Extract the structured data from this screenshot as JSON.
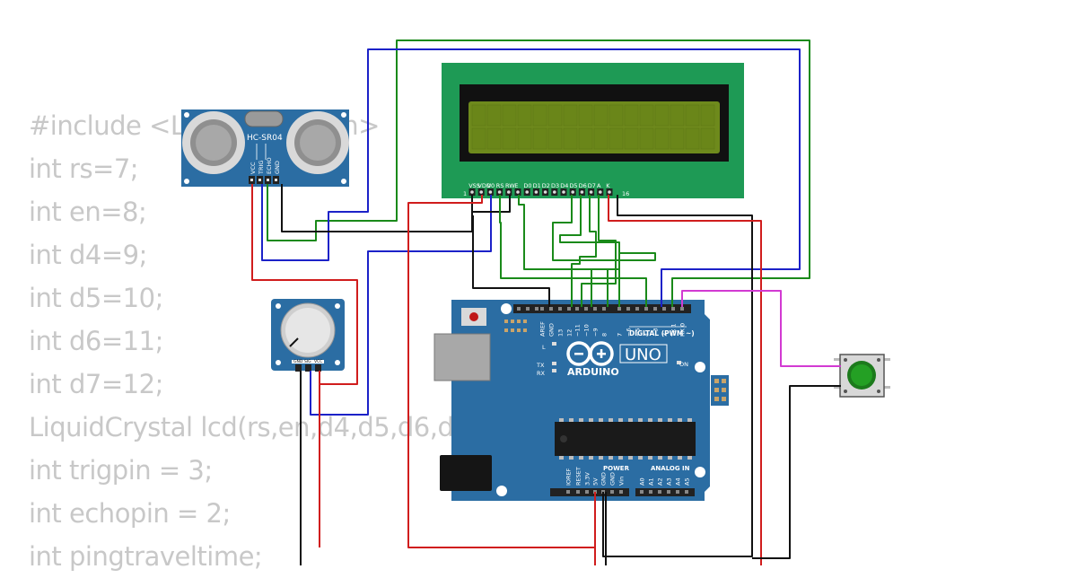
{
  "code_lines": [
    "#include <LiquidCrystal.h>",
    "int rs=7;",
    "int en=8;",
    "int d4=9;",
    "int d5=10;",
    "int d6=11;",
    "int d7=12;",
    "LiquidCrystal lcd(rs,en,d4,d5,d6,d7);",
    "int trigpin = 3;",
    "int echopin = 2;",
    "int pingtraveltime;"
  ],
  "sensor": {
    "title": "HC-SR04",
    "pins": [
      "VCC",
      "TRIG",
      "ECHO",
      "GND"
    ]
  },
  "lcd": {
    "pin_labels": [
      "VSS",
      "VDD",
      "V0",
      "RS",
      "RW",
      "E",
      "D0",
      "D1",
      "D2",
      "D3",
      "D4",
      "D5",
      "D6",
      "D7",
      "A",
      "K"
    ],
    "pin_first": "1",
    "pin_last": "16"
  },
  "pot": {
    "pins": [
      "GND",
      "SIG",
      "VCC"
    ]
  },
  "arduino": {
    "brand": "ARDUINO",
    "model": "UNO",
    "digital_label": "DIGITAL (PWM ~)",
    "power_label": "POWER",
    "analog_label": "ANALOG IN",
    "on_label": "ON",
    "l_label": "L",
    "tx_label": "TX",
    "rx_label": "RX",
    "digital_pins": [
      "AREF",
      "GND",
      "13",
      "12",
      "~11",
      "~10",
      "~9",
      "8",
      "7",
      "~6",
      "~5",
      "4",
      "~3",
      "2",
      "TX 1",
      "RX 0"
    ],
    "power_pins": [
      "IOREF",
      "RESET",
      "3.3V",
      "5V",
      "GND",
      "GND",
      "Vin"
    ],
    "analog_pins": [
      "A0",
      "A1",
      "A2",
      "A3",
      "A4",
      "A5"
    ]
  },
  "colors": {
    "wire_red": "#d01d1d",
    "wire_green": "#1a8a1a",
    "wire_blue": "#1c22c8",
    "wire_black": "#111111",
    "wire_magenta": "#d23ad2",
    "board_blue": "#2b6da3",
    "lcd_green": "#1e9a55",
    "lcd_screen": "#6e8a1c"
  }
}
